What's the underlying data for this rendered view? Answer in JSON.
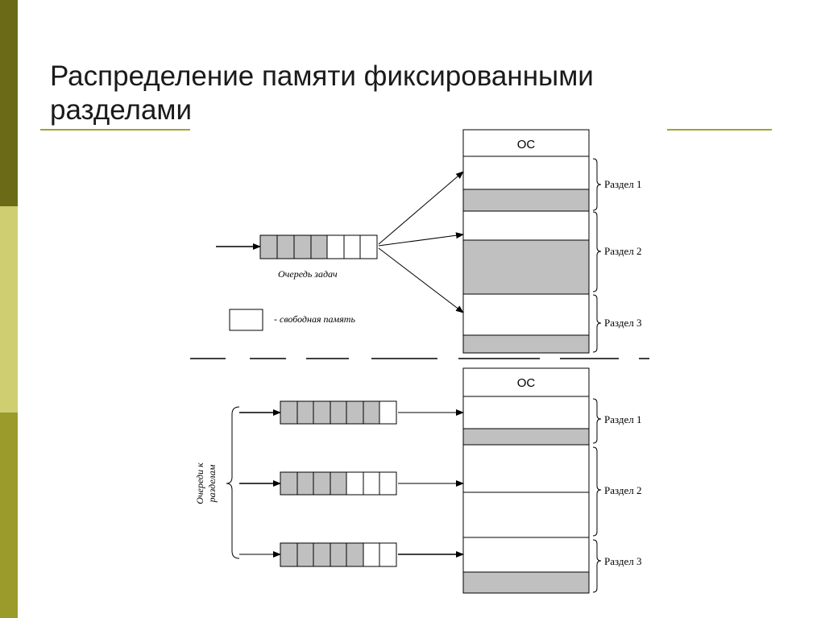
{
  "slide": {
    "title": "Распределение памяти фиксированными разделами"
  },
  "top_diagram": {
    "os_label": "ОС",
    "partitions": [
      "Раздел 1",
      "Раздел 2",
      "Раздел 3"
    ],
    "queue_caption": "Очередь задач",
    "legend_text": "- свободная память"
  },
  "bottom_diagram": {
    "os_label": "ОС",
    "partitions": [
      "Раздел 1",
      "Раздел 2",
      "Раздел 3"
    ],
    "queues_caption_line1": "Очереди к",
    "queues_caption_line2": "разделам"
  },
  "colors": {
    "sidebar_dark": "#6b6b17",
    "sidebar_light": "#cfcf72",
    "sidebar_mid": "#9b9b2b",
    "rule": "#a3a332",
    "occupied": "#c0c0c0",
    "free": "#ffffff"
  }
}
